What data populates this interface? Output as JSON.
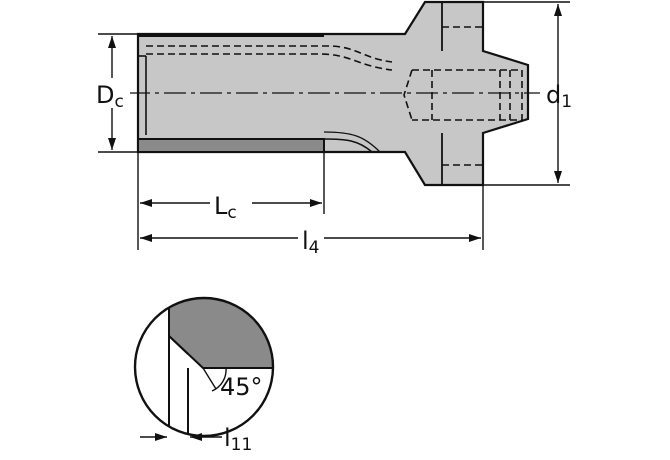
{
  "labels": {
    "dc": {
      "main": "D",
      "sub": "c"
    },
    "d1": {
      "main": "d",
      "sub": "1"
    },
    "lc": {
      "main": "L",
      "sub": "c"
    },
    "l4": {
      "main": "l",
      "sub": "4"
    },
    "l11": {
      "main": "l",
      "sub": "11"
    },
    "angle": "45°"
  },
  "colors": {
    "body": "#c7c7c7",
    "insert": "#8a8a8a",
    "line": "#111111",
    "background": "#ffffff"
  }
}
